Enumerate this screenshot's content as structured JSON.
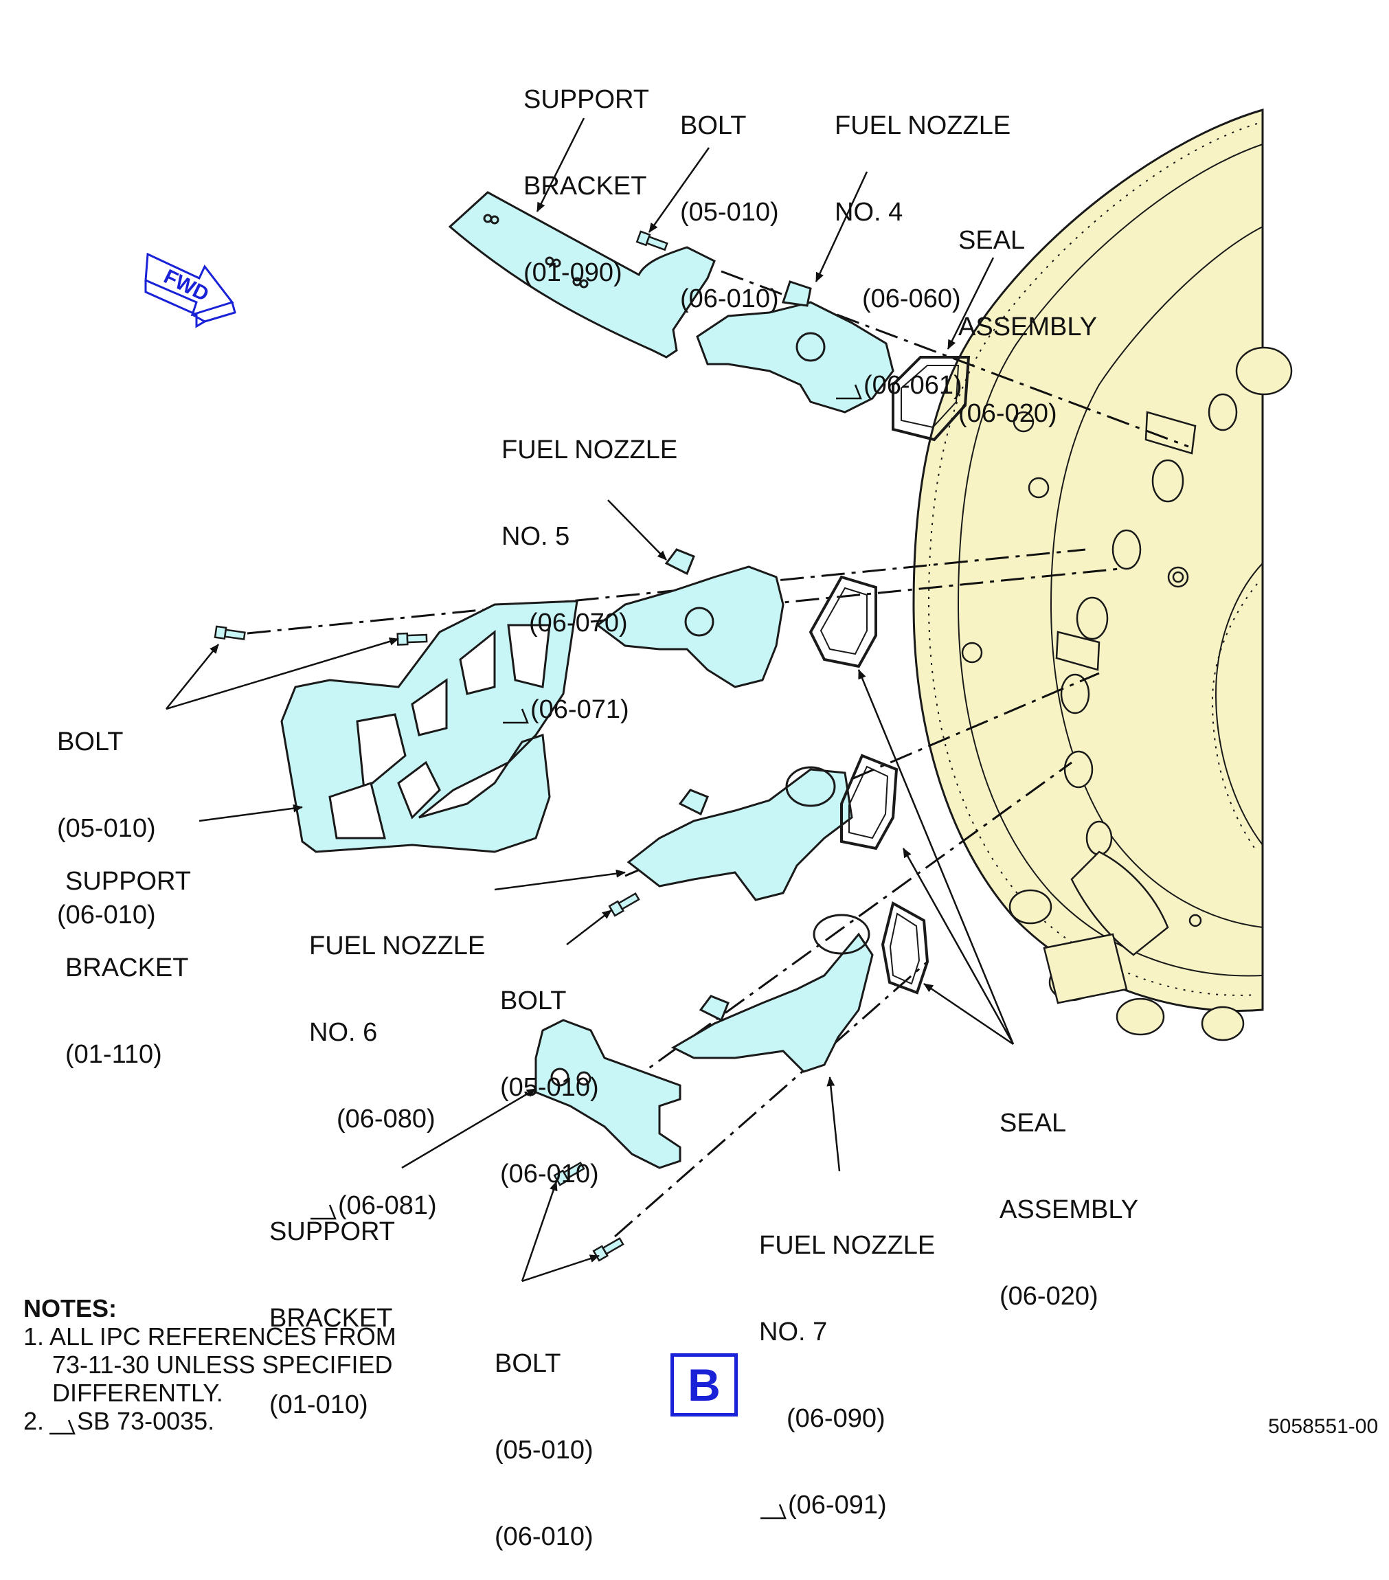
{
  "colors": {
    "engine_face": "#f7f3c4",
    "part_fill": "#c8f5f5",
    "outline": "#1a1a1a",
    "accent_blue": "#1a22d8"
  },
  "fwd_arrow": {
    "label": "FWD",
    "icon": "fwd-arrow-icon"
  },
  "callouts": {
    "support_bracket_top": {
      "lines": [
        "SUPPORT",
        "BRACKET",
        "(01-090)"
      ]
    },
    "bolt_top": {
      "lines": [
        "BOLT",
        "(05-010)",
        "(06-010)"
      ]
    },
    "fuel_nozzle_4": {
      "lines": [
        "FUEL NOZZLE",
        "NO. 4"
      ],
      "ref": "(06-060)",
      "sb_ref": "(06-061)"
    },
    "seal_assembly_top": {
      "lines": [
        "SEAL",
        "ASSEMBLY",
        "(06-020)"
      ]
    },
    "fuel_nozzle_5": {
      "lines": [
        "FUEL NOZZLE",
        "NO. 5"
      ],
      "ref": "(06-070)",
      "sb_ref": "(06-071)"
    },
    "bolt_left": {
      "lines": [
        "BOLT",
        "(05-010)",
        "(06-010)"
      ]
    },
    "support_bracket_mid": {
      "lines": [
        "SUPPORT",
        "BRACKET",
        "(01-110)"
      ]
    },
    "fuel_nozzle_6": {
      "lines": [
        "FUEL NOZZLE",
        "NO. 6"
      ],
      "ref": "(06-080)",
      "sb_ref": "(06-081)"
    },
    "bolt_mid": {
      "lines": [
        "BOLT",
        "(05-010)",
        "(06-010)"
      ]
    },
    "seal_assembly_bottom": {
      "lines": [
        "SEAL",
        "ASSEMBLY",
        "(06-020)"
      ]
    },
    "support_bracket_bottom": {
      "lines": [
        "SUPPORT",
        "BRACKET",
        "(01-010)"
      ]
    },
    "fuel_nozzle_7": {
      "lines": [
        "FUEL NOZZLE",
        "NO. 7"
      ],
      "ref": "(06-090)",
      "sb_ref": "(06-091)"
    },
    "bolt_bottom": {
      "lines": [
        "BOLT",
        "(05-010)",
        "(06-010)"
      ]
    }
  },
  "notes": {
    "title": "NOTES:",
    "note1": [
      "1. ALL IPC REFERENCES FROM",
      "73-11-30 UNLESS SPECIFIED",
      "DIFFERENTLY."
    ],
    "note2": "2.",
    "note2_text": "SB 73-0035."
  },
  "view_label": "B",
  "figure_number": "5058551-00"
}
